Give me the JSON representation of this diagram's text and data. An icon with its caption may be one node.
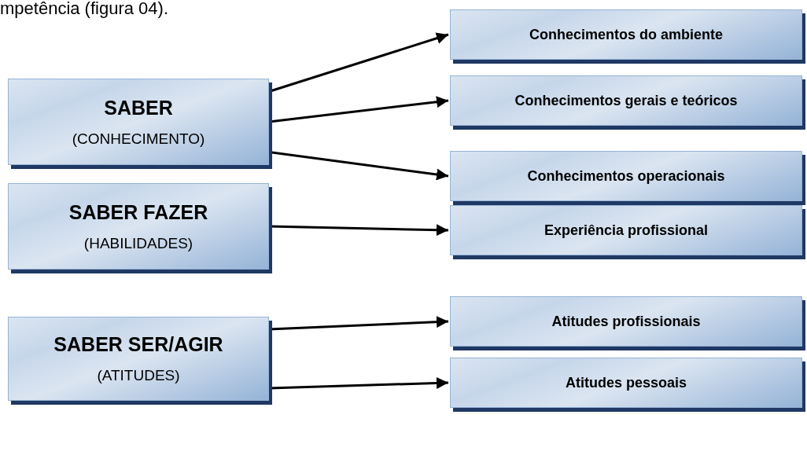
{
  "diagram": {
    "nodes": [
      {
        "text": [
          "SABER",
          "(CONHECIMENTO)"
        ]
      },
      {
        "text": [
          "SABER FAZER",
          "(HABILIDADES)"
        ]
      },
      {
        "text": [
          "SABER SER/AGIR",
          "(ATITUDES)"
        ]
      },
      {
        "text": [
          "Conhecimentos do ambiente"
        ]
      },
      {
        "text": [
          "Conhecimentos gerais e teóricos"
        ]
      },
      {
        "text": [
          "Conhecimentos operacionais"
        ]
      },
      {
        "text": [
          "Experiência profissional"
        ]
      },
      {
        "text": [
          "Atitudes profissionais"
        ]
      },
      {
        "text": [
          "Atitudes pessoais"
        ]
      }
    ],
    "edges": [
      {
        "from": 0,
        "to": 3,
        "arrow": "to"
      },
      {
        "from": 0,
        "to": 4,
        "arrow": "to"
      },
      {
        "from": 0,
        "to": 5,
        "arrow": "to"
      },
      {
        "from": 1,
        "to": 6,
        "arrow": "to"
      },
      {
        "from": 2,
        "to": 7,
        "arrow": "to"
      },
      {
        "from": 2,
        "to": 8,
        "arrow": "to"
      }
    ],
    "labels": [
      "mpetência (figura 04)."
    ]
  }
}
